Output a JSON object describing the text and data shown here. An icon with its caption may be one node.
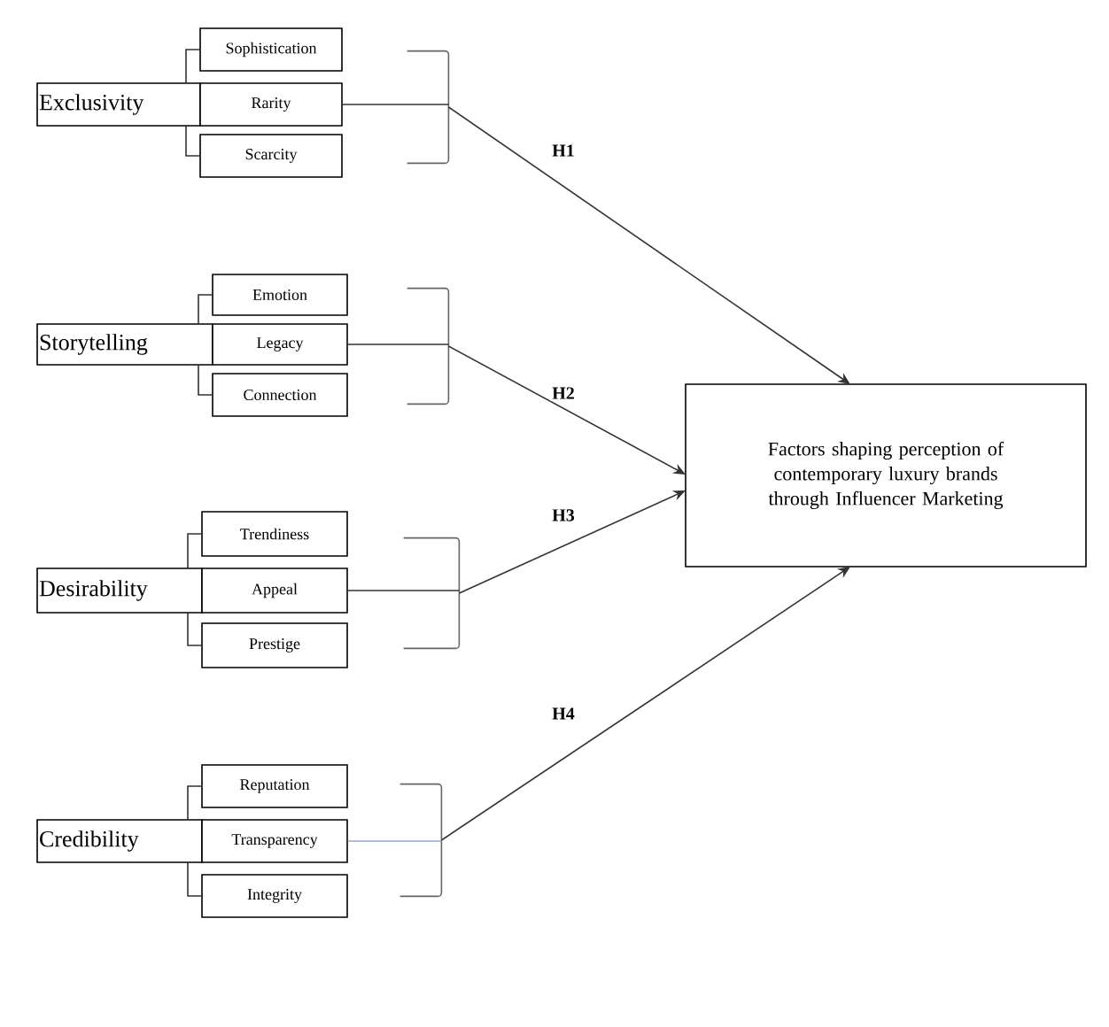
{
  "diagram": {
    "nodes": [
      {
        "text": [
          "Exclusivity"
        ]
      },
      {
        "text": [
          "Sophistication"
        ]
      },
      {
        "text": [
          "Rarity"
        ]
      },
      {
        "text": [
          "Scarcity"
        ]
      },
      {
        "text": [],
        "shape": "bracket"
      },
      {
        "text": [
          "Storytelling"
        ]
      },
      {
        "text": [
          "Emotion"
        ]
      },
      {
        "text": [
          "Legacy"
        ]
      },
      {
        "text": [
          "Connection"
        ]
      },
      {
        "text": [],
        "shape": "bracket"
      },
      {
        "text": [
          "Desirability"
        ]
      },
      {
        "text": [
          "Trendiness"
        ]
      },
      {
        "text": [
          "Appeal"
        ]
      },
      {
        "text": [
          "Prestige"
        ]
      },
      {
        "text": [],
        "shape": "bracket"
      },
      {
        "text": [
          "Credibility"
        ]
      },
      {
        "text": [
          "Reputation"
        ]
      },
      {
        "text": [
          "Transparency"
        ]
      },
      {
        "text": [
          "Integrity"
        ]
      },
      {
        "text": [],
        "shape": "bracket"
      },
      {
        "text": [
          "Factors shaping perception of contemporary luxury brands through Influencer Marketing"
        ]
      }
    ],
    "edges": [
      {
        "from": 0,
        "to": 1,
        "arrow": "none"
      },
      {
        "from": 0,
        "to": 3,
        "arrow": "none"
      },
      {
        "from": 2,
        "to": 4,
        "arrow": "none"
      },
      {
        "from": 4,
        "to": 20,
        "arrow": "to",
        "label": "H1"
      },
      {
        "from": 5,
        "to": 6,
        "arrow": "none"
      },
      {
        "from": 5,
        "to": 8,
        "arrow": "none"
      },
      {
        "from": 7,
        "to": 9,
        "arrow": "none"
      },
      {
        "from": 9,
        "to": 20,
        "arrow": "to",
        "label": "H2"
      },
      {
        "from": 10,
        "to": 11,
        "arrow": "none"
      },
      {
        "from": 10,
        "to": 13,
        "arrow": "none"
      },
      {
        "from": 12,
        "to": 14,
        "arrow": "none"
      },
      {
        "from": 14,
        "to": 20,
        "arrow": "to",
        "label": "H3"
      },
      {
        "from": 15,
        "to": 16,
        "arrow": "none"
      },
      {
        "from": 15,
        "to": 18,
        "arrow": "none"
      },
      {
        "from": 17,
        "to": 19,
        "arrow": "none",
        "color": "#8eaadb"
      },
      {
        "from": 19,
        "to": 20,
        "arrow": "to",
        "label": "H4"
      }
    ]
  }
}
